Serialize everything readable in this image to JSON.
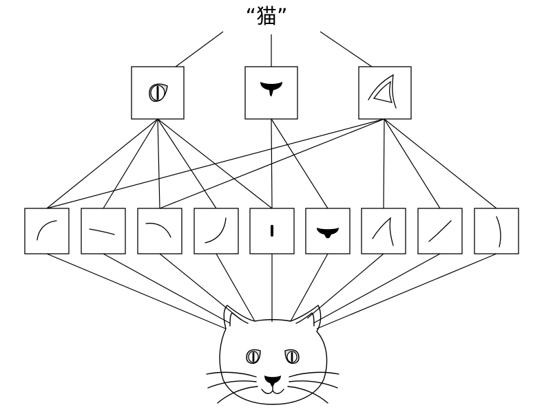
{
  "title": "“猫”",
  "colors": {
    "ink": "#000000",
    "paper": "#ffffff",
    "eye": "#d8d8d8"
  },
  "top_features": [
    {
      "id": "eye",
      "icon": "eye-icon"
    },
    {
      "id": "nose",
      "icon": "nose-icon"
    },
    {
      "id": "ear",
      "icon": "ear-icon"
    }
  ],
  "edge_features": [
    {
      "id": "e1",
      "icon": "arc-up-left-icon"
    },
    {
      "id": "e2",
      "icon": "slant-line-icon"
    },
    {
      "id": "e3",
      "icon": "arc-top-right-icon"
    },
    {
      "id": "e4",
      "icon": "curve-bottom-right-icon"
    },
    {
      "id": "e5",
      "icon": "vertical-dash-icon"
    },
    {
      "id": "e6",
      "icon": "nose-blob-icon"
    },
    {
      "id": "e7",
      "icon": "ear-tip-icon"
    },
    {
      "id": "e8",
      "icon": "diagonal-line-icon"
    },
    {
      "id": "e9",
      "icon": "vertical-curve-icon"
    }
  ],
  "image": {
    "icon": "cat-face-icon"
  }
}
